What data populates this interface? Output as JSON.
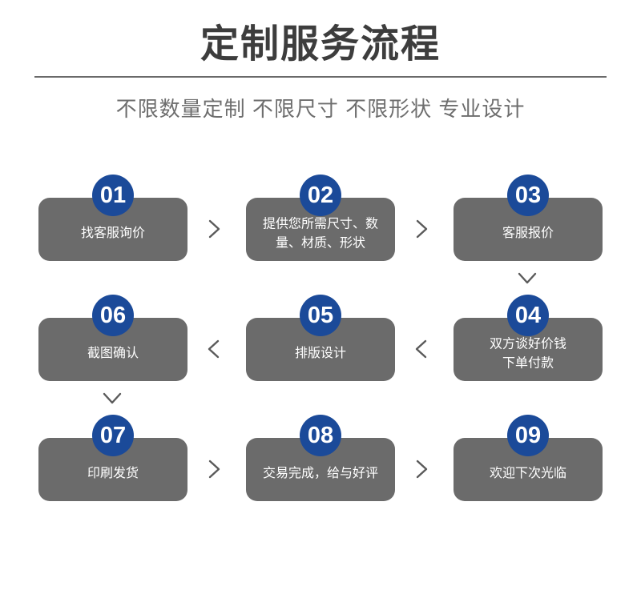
{
  "header": {
    "title": "定制服务流程",
    "subtitle": "不限数量定制 不限尺寸 不限形状 专业设计"
  },
  "colors": {
    "badge_blue": "#1b4a99",
    "card_gray": "#6b6b6b",
    "divider_gray": "#6a6a6a",
    "title_text": "#3d3d3d",
    "subtitle_text": "#6e6e6e",
    "card_text": "#ffffff",
    "chevron_gray": "#5a5a5a"
  },
  "flow": {
    "rows": [
      {
        "direction": "left-to-right",
        "steps": [
          {
            "number": "01",
            "label": "找客服询价"
          },
          {
            "number": "02",
            "label": "提供您所需尺寸、数量、材质、形状"
          },
          {
            "number": "03",
            "label": "客服报价"
          }
        ],
        "connectors": [
          "chevron-right-icon",
          "chevron-right-icon"
        ]
      },
      {
        "direction": "right-to-left",
        "steps": [
          {
            "number": "06",
            "label": "截图确认"
          },
          {
            "number": "05",
            "label": "排版设计"
          },
          {
            "number": "04",
            "label": "双方谈好价钱\n下单付款"
          }
        ],
        "connectors": [
          "chevron-left-icon",
          "chevron-left-icon"
        ]
      },
      {
        "direction": "left-to-right",
        "steps": [
          {
            "number": "07",
            "label": "印刷发货"
          },
          {
            "number": "08",
            "label": "交易完成，给与好评"
          },
          {
            "number": "09",
            "label": "欢迎下次光临"
          }
        ],
        "connectors": [
          "chevron-right-icon",
          "chevron-right-icon"
        ]
      }
    ],
    "row_connectors": [
      {
        "icon": "chevron-down-icon",
        "position": "right"
      },
      {
        "icon": "chevron-down-icon",
        "position": "left"
      }
    ]
  }
}
